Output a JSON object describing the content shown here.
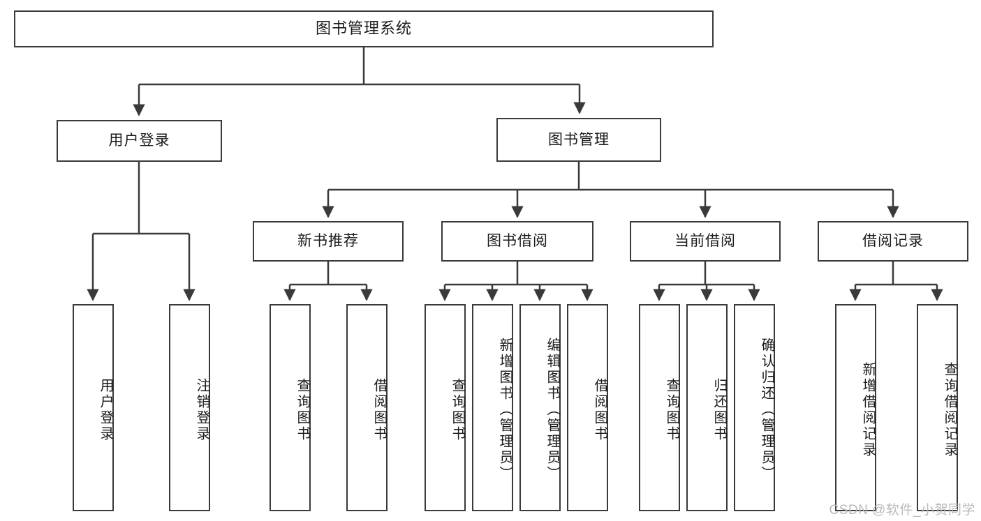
{
  "diagram": {
    "title": "图书管理系统",
    "type": "hierarchy-tree",
    "watermark": "CSDN @软件_小贺同学",
    "colors": {
      "box_border": "#3a3a3a",
      "box_fill": "#ffffff",
      "connector": "#3a3a3a",
      "text": "#1a1a1a",
      "watermark": "#b9b9b9"
    },
    "root": {
      "label": "图书管理系统"
    },
    "level1": [
      {
        "label": "用户登录"
      },
      {
        "label": "图书管理"
      }
    ],
    "level2": [
      {
        "label": "新书推荐"
      },
      {
        "label": "图书借阅"
      },
      {
        "label": "当前借阅"
      },
      {
        "label": "借阅记录"
      }
    ],
    "leaves": {
      "user_login": [
        {
          "label": "用户登录"
        },
        {
          "label": "注销登录"
        }
      ],
      "new_book_recommend": [
        {
          "label": "查询图书"
        },
        {
          "label": "借阅图书"
        }
      ],
      "book_borrow": [
        {
          "label": "查询图书"
        },
        {
          "label": "新增图书（管理员）"
        },
        {
          "label": "编辑图书（管理员）"
        },
        {
          "label": "借阅图书"
        }
      ],
      "current_borrow": [
        {
          "label": "查询图书"
        },
        {
          "label": "归还图书"
        },
        {
          "label": "确认归还（管理员）"
        }
      ],
      "borrow_record": [
        {
          "label": "新增借阅记录"
        },
        {
          "label": "查询借阅记录"
        }
      ]
    }
  }
}
